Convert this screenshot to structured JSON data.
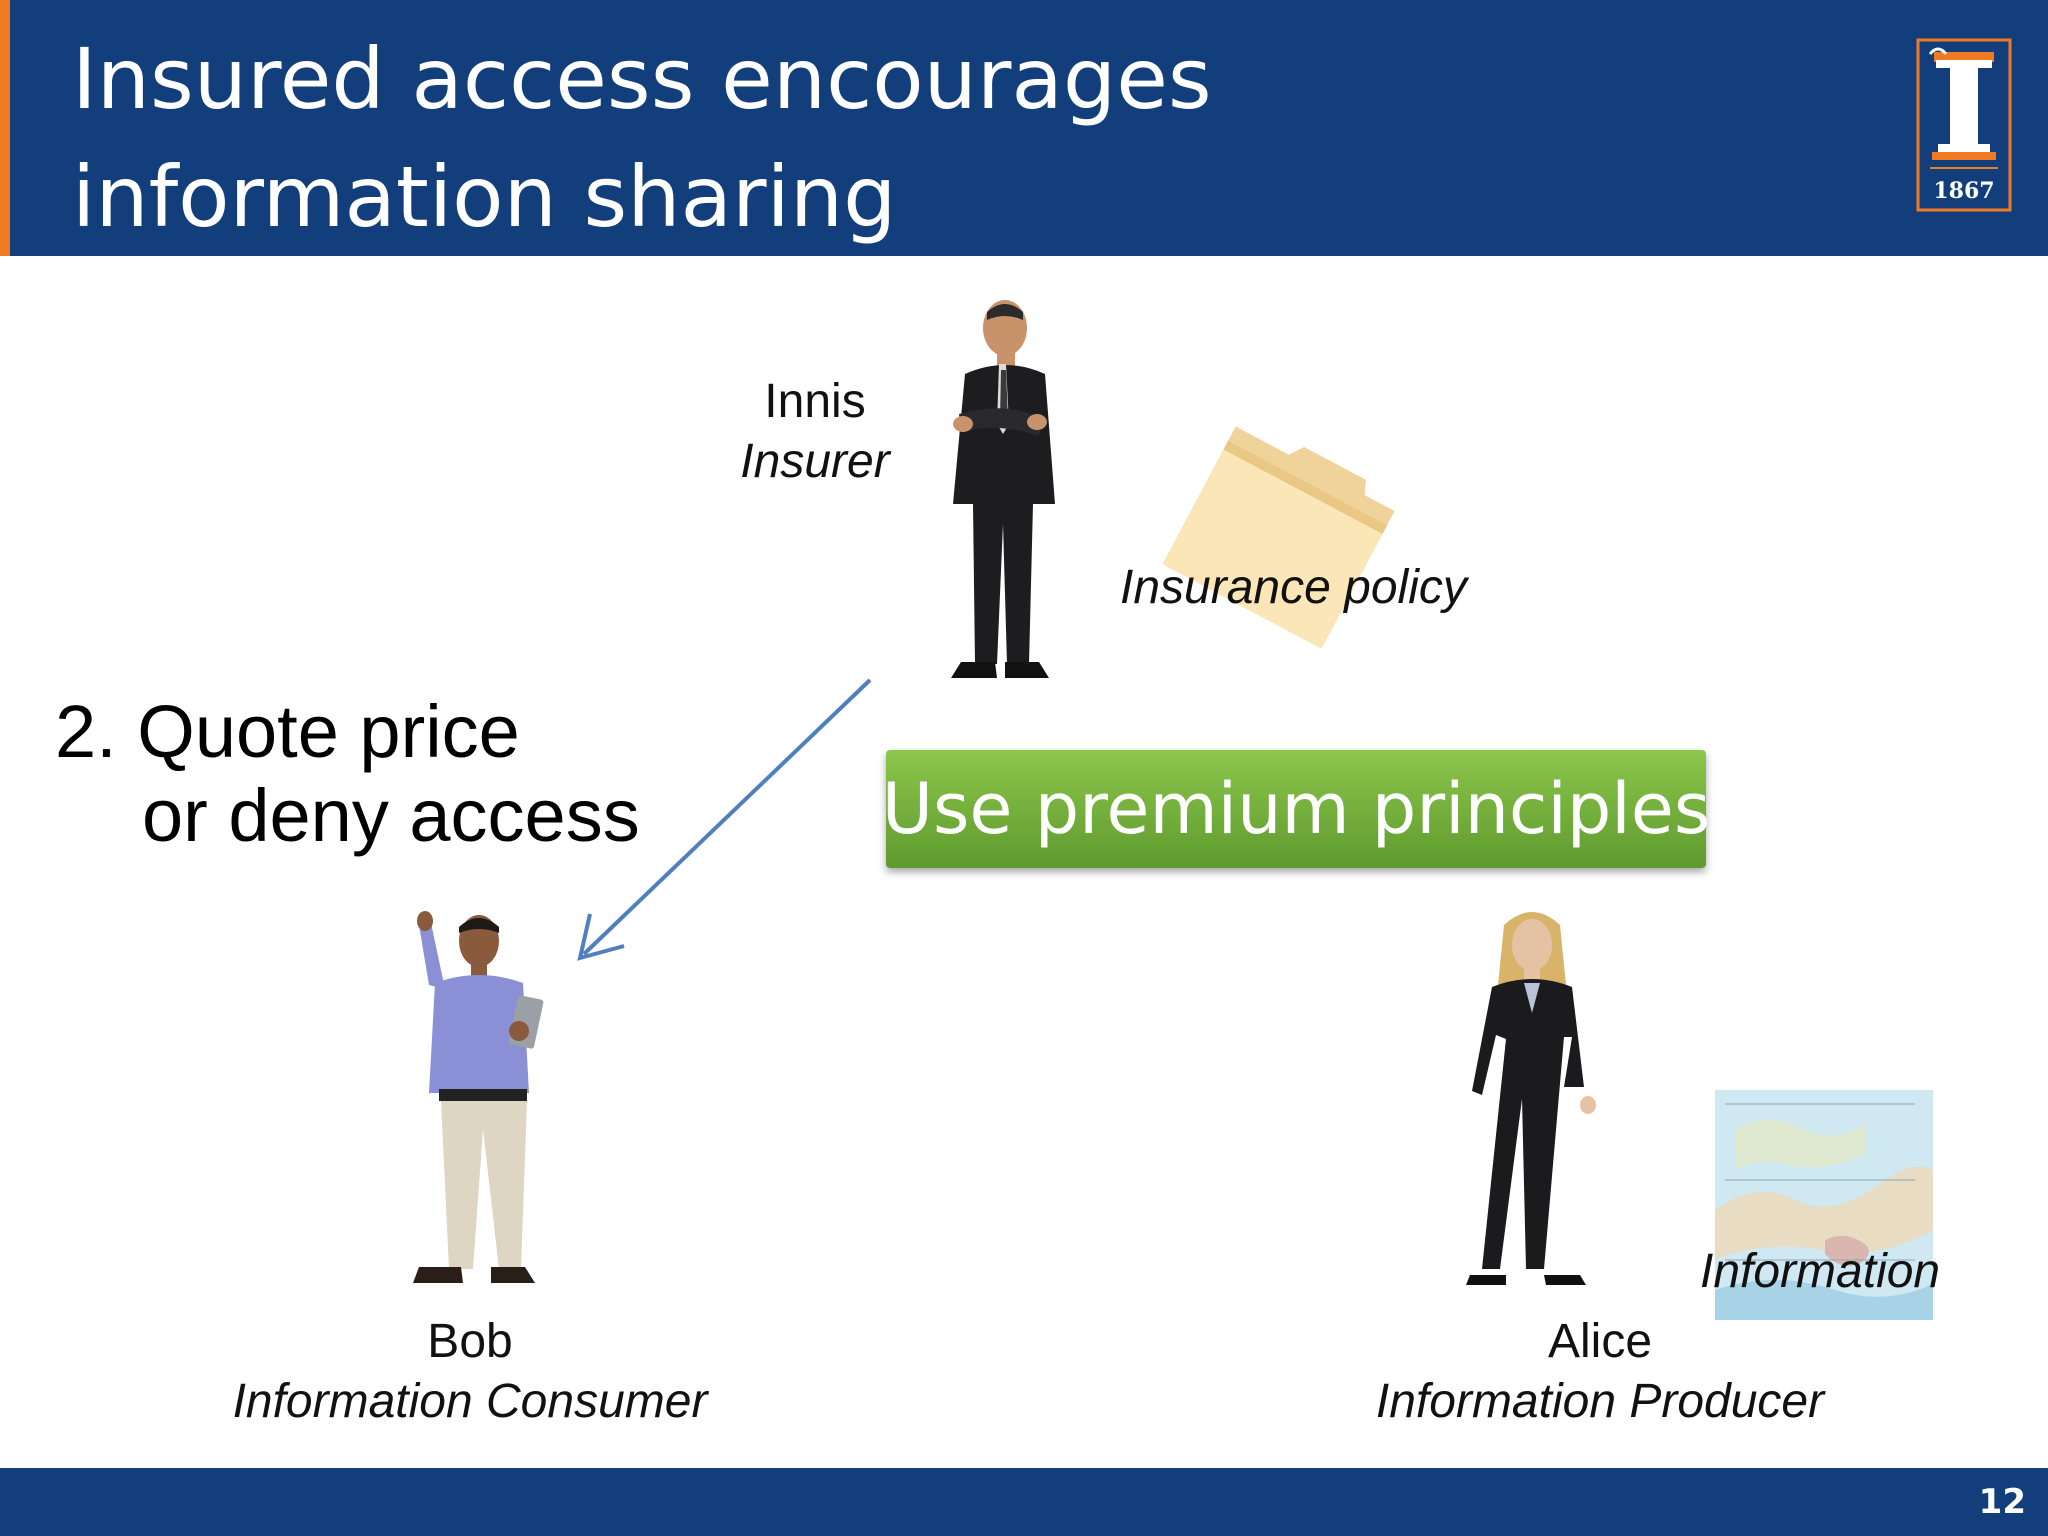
{
  "header": {
    "title_line1": "Insured access encourages",
    "title_line2": "information sharing",
    "logo_year": "1867"
  },
  "insurer": {
    "name": "Innis",
    "role": "Insurer"
  },
  "consumer": {
    "name": "Bob",
    "role": "Information Consumer"
  },
  "producer": {
    "name": "Alice",
    "role": "Information Producer"
  },
  "policy_label": "Insurance policy",
  "information_label": "Information",
  "step": {
    "line1": "2. Quote price",
    "line2": "or deny access"
  },
  "premium_label": "Use premium principles",
  "footer": {
    "page_number": "12"
  },
  "colors": {
    "header_blue": "#123f7c",
    "accent_orange": "#f07a22",
    "premium_green": "#7ab53f",
    "arrow_blue": "#4f7fbf"
  },
  "icons": [
    "university-column-logo",
    "folder-icon",
    "map-thumbnail",
    "person-standing"
  ]
}
